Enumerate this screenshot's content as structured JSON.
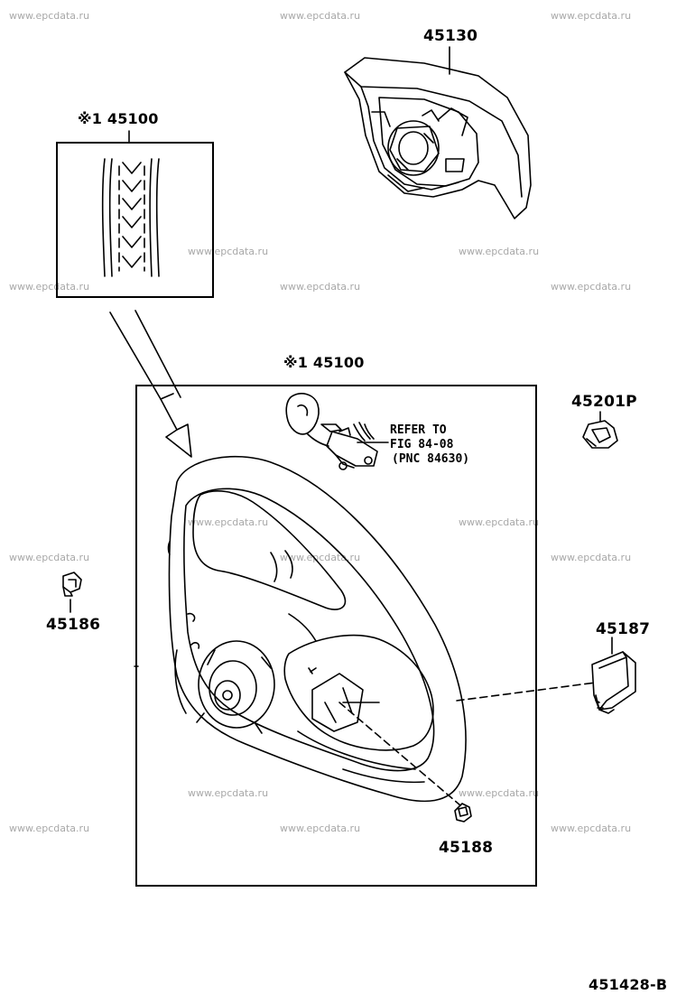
{
  "watermark": "www.epcdata.ru",
  "parts": {
    "airbag": "45130",
    "wheel_detail": "※1 45100",
    "wheel_main": "※1 45100",
    "clip_right": "45201P",
    "clip_left": "45186",
    "cover_right": "45187",
    "nut_bottom": "45188"
  },
  "refer_note": {
    "line1": "REFER TO",
    "line2": "FIG 84-08",
    "line3": "(PNC 84630)"
  },
  "figure_id": "451428-B"
}
